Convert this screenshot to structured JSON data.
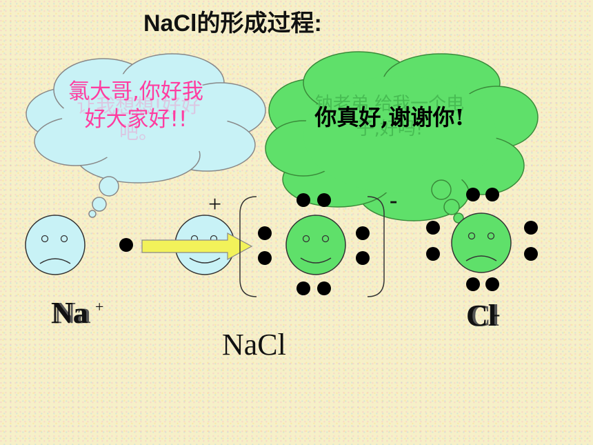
{
  "slide": {
    "title": "NaCl的形成过程:",
    "left_bubble_text": "氯大哥,你好我好大家好!!",
    "left_bubble_ghost_text": "让我想想!好好吧。",
    "right_bubble_text": "你真好,谢谢你!",
    "right_bubble_ghost_text": "钠老弟,给我一个电子,好吗!",
    "na_symbol": "Na",
    "na_charge": "+",
    "cl_symbol": "Cl",
    "cl_charge": "-",
    "product_label": "NaCl",
    "plus_charge": "+",
    "minus_charge": "-"
  },
  "colors": {
    "na_face": "#c8f2f6",
    "cl_face": "#5fe06a",
    "left_cloud": "#c8f2f6",
    "right_cloud": "#5fe06a",
    "arrow": "#f2f25a",
    "left_text": "#ff3da0"
  }
}
